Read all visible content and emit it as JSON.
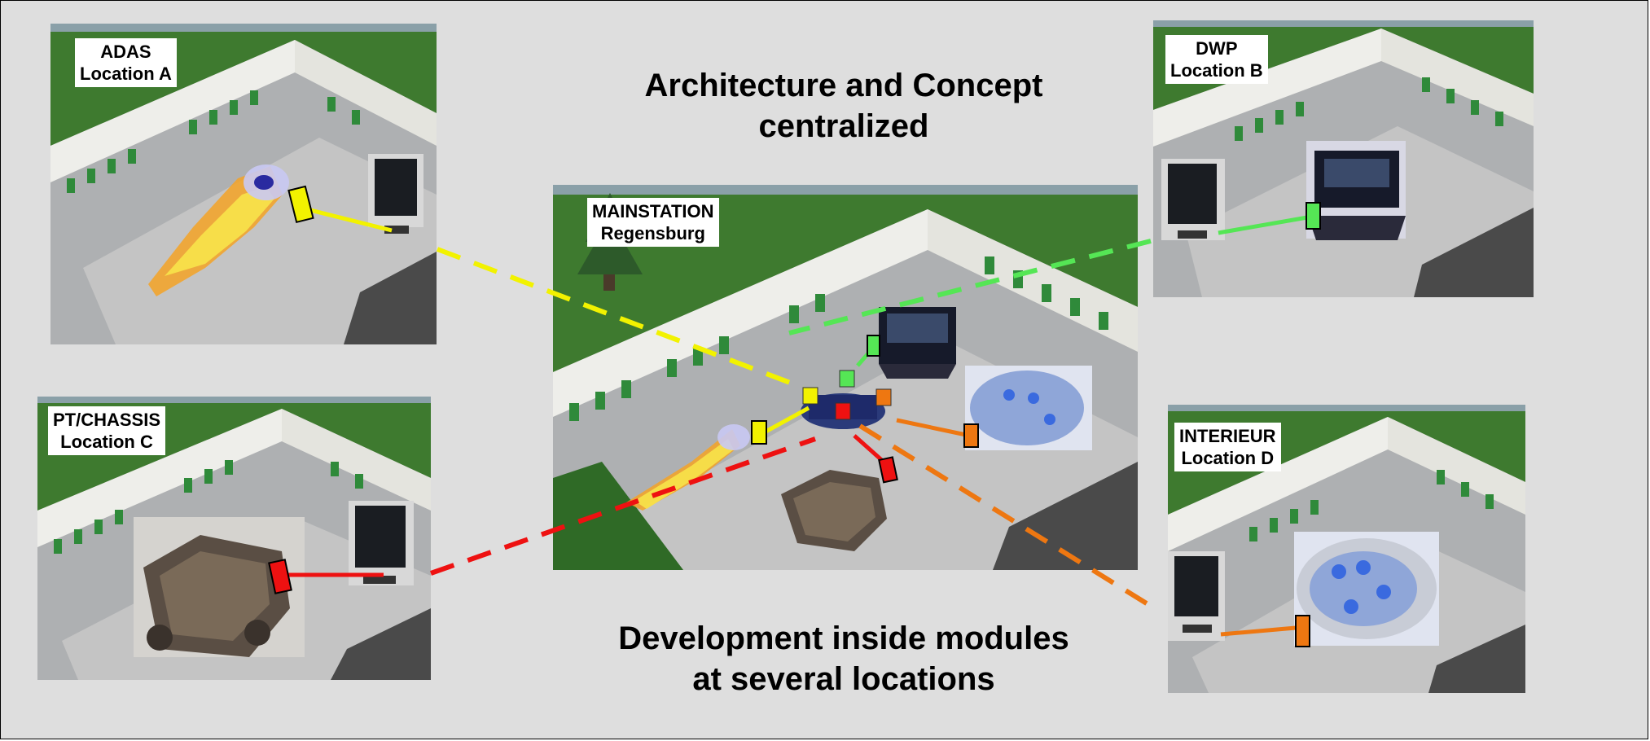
{
  "title_top": [
    "Architecture and Concept",
    "centralized"
  ],
  "title_bottom": [
    "Development inside modules",
    "at several locations"
  ],
  "locations": {
    "adas": [
      "ADAS",
      "Location A"
    ],
    "dwp": [
      "DWP",
      "Location B"
    ],
    "pt_chassis": [
      "PT/CHASSIS",
      "Location C"
    ],
    "interieur": [
      "INTERIEUR",
      "Location D"
    ],
    "mainstation": [
      "MAINSTATION",
      "Regensburg"
    ]
  },
  "colors": {
    "adas": "#f2f200",
    "dwp": "#55e655",
    "pt_chassis": "#ee1111",
    "interieur": "#ee7711",
    "background": "#dedede"
  }
}
